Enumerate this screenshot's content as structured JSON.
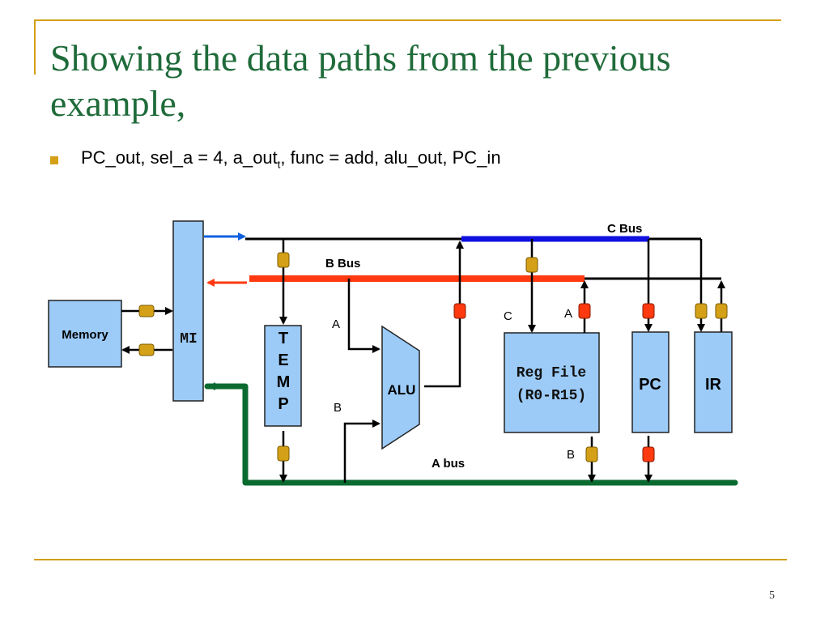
{
  "slide": {
    "title": "Showing the data paths from the previous example,",
    "bullet": {
      "prefix": "PC_out, sel_a = 4, a_out",
      "subscript": "t",
      "suffix": ", func = add, alu_out, PC_in"
    },
    "page_number": "5"
  },
  "diagram": {
    "buses": {
      "c_bus": "C Bus",
      "b_bus": "B Bus",
      "a_bus": "A bus"
    },
    "blocks": {
      "memory": "Memory",
      "mi": "MI",
      "temp": [
        "T",
        "E",
        "M",
        "P"
      ],
      "alu": "ALU",
      "reg_file_line1": "Reg File",
      "reg_file_line2": "(R0-R15)",
      "pc": "PC",
      "ir": "IR"
    },
    "port_labels": {
      "alu_a": "A",
      "alu_b": "B",
      "reg_c": "C",
      "reg_a": "A",
      "reg_b": "B"
    },
    "colors": {
      "active_c_bus": "#1010e0",
      "active_b_bus": "#ff3a10",
      "active_a_bus": "#0a6a30",
      "block_fill": "#9ccbf8",
      "gate_inactive": "#d4a017",
      "gate_active": "#ff3a10",
      "mi_c_arrow": "#1060e0"
    }
  }
}
